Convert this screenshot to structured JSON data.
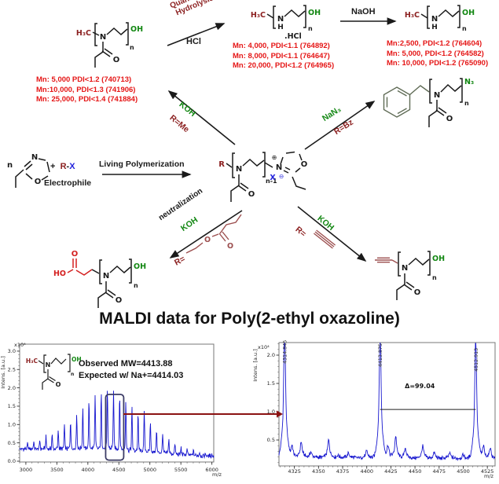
{
  "scheme": {
    "atoms": {
      "h3c": "H₃C",
      "oh": "OH",
      "n": "N",
      "h": "H",
      "o": "O",
      "n3": "N₃",
      "ho": "HO",
      "x": "X",
      "ominus": "⊖",
      "oplus": "⊕",
      "sub_n": "n",
      "sub_n1": "n-1",
      "hcl_salt": ".HCl",
      "n_prefix": "n"
    },
    "labels": {
      "quantitative": "Quantitative",
      "hydrolysis": "Hydrolysis",
      "hcl": "HCl",
      "naoh": "NaOH",
      "koh": "KOH",
      "r_me": "R=Me",
      "nan3": "NaN₃",
      "r_bz": "R=Bz",
      "living_polymerization": "Living Polymerization",
      "electrophile": "Electrophile",
      "neutralization": "neutralization",
      "r_eq": "R=",
      "plus": "+",
      "r": "R",
      "dash": "-",
      "x": "X"
    },
    "mn_petox": [
      "Mn: 5,000 PDI<1.2 (740713)",
      "Mn:10,000, PDI<1.3 (741906)",
      "Mn: 25,000, PDI<1.4 (741884)"
    ],
    "mn_pei_hcl": [
      "Mn: 4,000, PDI<1.1 (764892)",
      "Mn: 8,000, PDI<1.1 (764647)",
      "Mn: 20,000, PDI<1.2 (764965)"
    ],
    "mn_pei": [
      "Mn:2,500, PDI<1.2 (764604)",
      "Mn: 5,000, PDI<1.2 (764582)",
      "Mn: 10,000, PDI<1.2 (765090)"
    ]
  },
  "maldi": {
    "title": "MALDI data for Poly(2-ethyl oxazoline)",
    "observed": "Observed MW=4413.88",
    "expected": "Expected w/ Na+=4414.03"
  },
  "colors": {
    "spectrum_blue": "#1717cf",
    "dark_red": "#8b1f1f",
    "red": "#e51616",
    "green": "#128712",
    "blue": "#2222dd",
    "maroon": "#9c4f4f",
    "acid_red": "#d42020",
    "link_red": "#8b1212",
    "box_navy": "#3d3d66"
  },
  "chart_data": [
    {
      "type": "line",
      "id": "spec-left",
      "title": "",
      "xlabel": "m/z",
      "ylabel": "Intens. [a.u.]",
      "scale_label": "x10⁴",
      "xlim": [
        2900,
        6030
      ],
      "ylim": [
        0,
        3.19
      ],
      "xticks": [
        3000,
        3500,
        4000,
        4500,
        5000,
        5500,
        6000
      ],
      "yticks": [
        "0.0",
        "0.5",
        "1.0",
        "1.5",
        "2.0",
        "2.5",
        "3.0"
      ],
      "xminor": 100,
      "yminor": 0.1,
      "grid": false,
      "legend": "none",
      "baseline": [
        [
          2900,
          0.34
        ],
        [
          4400,
          0.26
        ],
        [
          6030,
          0.13
        ]
      ],
      "noise": 0.1,
      "sigma": 8,
      "broad_frac": 0.12,
      "broad_mult": 5,
      "peaks": [
        [
          3027.3,
          0.45
        ],
        [
          3126.4,
          0.5
        ],
        [
          3225.4,
          0.55
        ],
        [
          3324.4,
          0.62
        ],
        [
          3423.5,
          0.7
        ],
        [
          3522.5,
          0.8
        ],
        [
          3621.6,
          0.92
        ],
        [
          3720.6,
          1.05
        ],
        [
          3819.6,
          1.2
        ],
        [
          3918.7,
          1.35
        ],
        [
          4017.7,
          1.5
        ],
        [
          4116.8,
          1.62
        ],
        [
          4215.8,
          1.72
        ],
        [
          4314.8,
          1.78
        ],
        [
          4413.9,
          1.74
        ],
        [
          4512.9,
          1.65
        ],
        [
          4612.0,
          1.5
        ],
        [
          4711.0,
          1.32
        ],
        [
          4810.0,
          1.18
        ],
        [
          4909.1,
          1.26
        ],
        [
          5008.1,
          1.0
        ],
        [
          5107.2,
          0.8
        ],
        [
          5206.2,
          0.72
        ],
        [
          5305.2,
          0.58
        ],
        [
          5404.3,
          0.44
        ],
        [
          5503.3,
          0.36
        ],
        [
          5602.4,
          0.3
        ],
        [
          5701.4,
          0.27
        ],
        [
          5800.4,
          0.24
        ],
        [
          5899.5,
          0.21
        ],
        [
          5998.5,
          0.18
        ]
      ],
      "annotations": {
        "box_mz": [
          4287,
          4578
        ],
        "box_y": [
          0.03,
          1.82
        ]
      }
    },
    {
      "type": "line",
      "id": "spec-right",
      "title": "",
      "xlabel": "m/z",
      "ylabel": "Intens. [a.u.]",
      "scale_label": "x10⁴",
      "xlim": [
        4309,
        4533
      ],
      "ylim": [
        0,
        2.22
      ],
      "xticks": [
        4325,
        4350,
        4375,
        4400,
        4425,
        4450,
        4475,
        4500,
        4525
      ],
      "yticks": [
        "0.5",
        "1.0",
        "1.5",
        "2.0"
      ],
      "xminor": 5,
      "yminor": 0.1,
      "grid": false,
      "legend": "none",
      "baseline": [
        [
          4309,
          0.2
        ],
        [
          4533,
          0.17
        ]
      ],
      "noise": 0.06,
      "sigma": 1.1,
      "broad_frac": 0.5,
      "broad_mult": 3.2,
      "peaks": [
        [
          4314.845,
          1.78
        ],
        [
          4322.5,
          0.34
        ],
        [
          4332,
          0.38
        ],
        [
          4342,
          0.26
        ],
        [
          4360.5,
          0.4
        ],
        [
          4370,
          0.22
        ],
        [
          4381,
          0.24
        ],
        [
          4400,
          0.26
        ],
        [
          4413.875,
          1.72
        ],
        [
          4422,
          0.34
        ],
        [
          4430,
          0.44
        ],
        [
          4440,
          0.3
        ],
        [
          4458,
          0.32
        ],
        [
          4470,
          0.24
        ],
        [
          4486,
          0.24
        ],
        [
          4500,
          0.22
        ],
        [
          4512.913,
          1.64
        ],
        [
          4521,
          0.32
        ],
        [
          4528,
          0.3
        ]
      ],
      "peak_labels": [
        {
          "mz": 4314.845,
          "text": "4314.845"
        },
        {
          "mz": 4413.875,
          "text": "4413.875"
        },
        {
          "mz": 4512.913,
          "text": "4512.913"
        }
      ],
      "annotations": {
        "delta_text": "Δ=99.04",
        "delta_from": 4413.875,
        "delta_to": 4512.913,
        "delta_y": 1.04,
        "delta_label_x": 4455,
        "delta_label_y": 1.42
      }
    }
  ]
}
